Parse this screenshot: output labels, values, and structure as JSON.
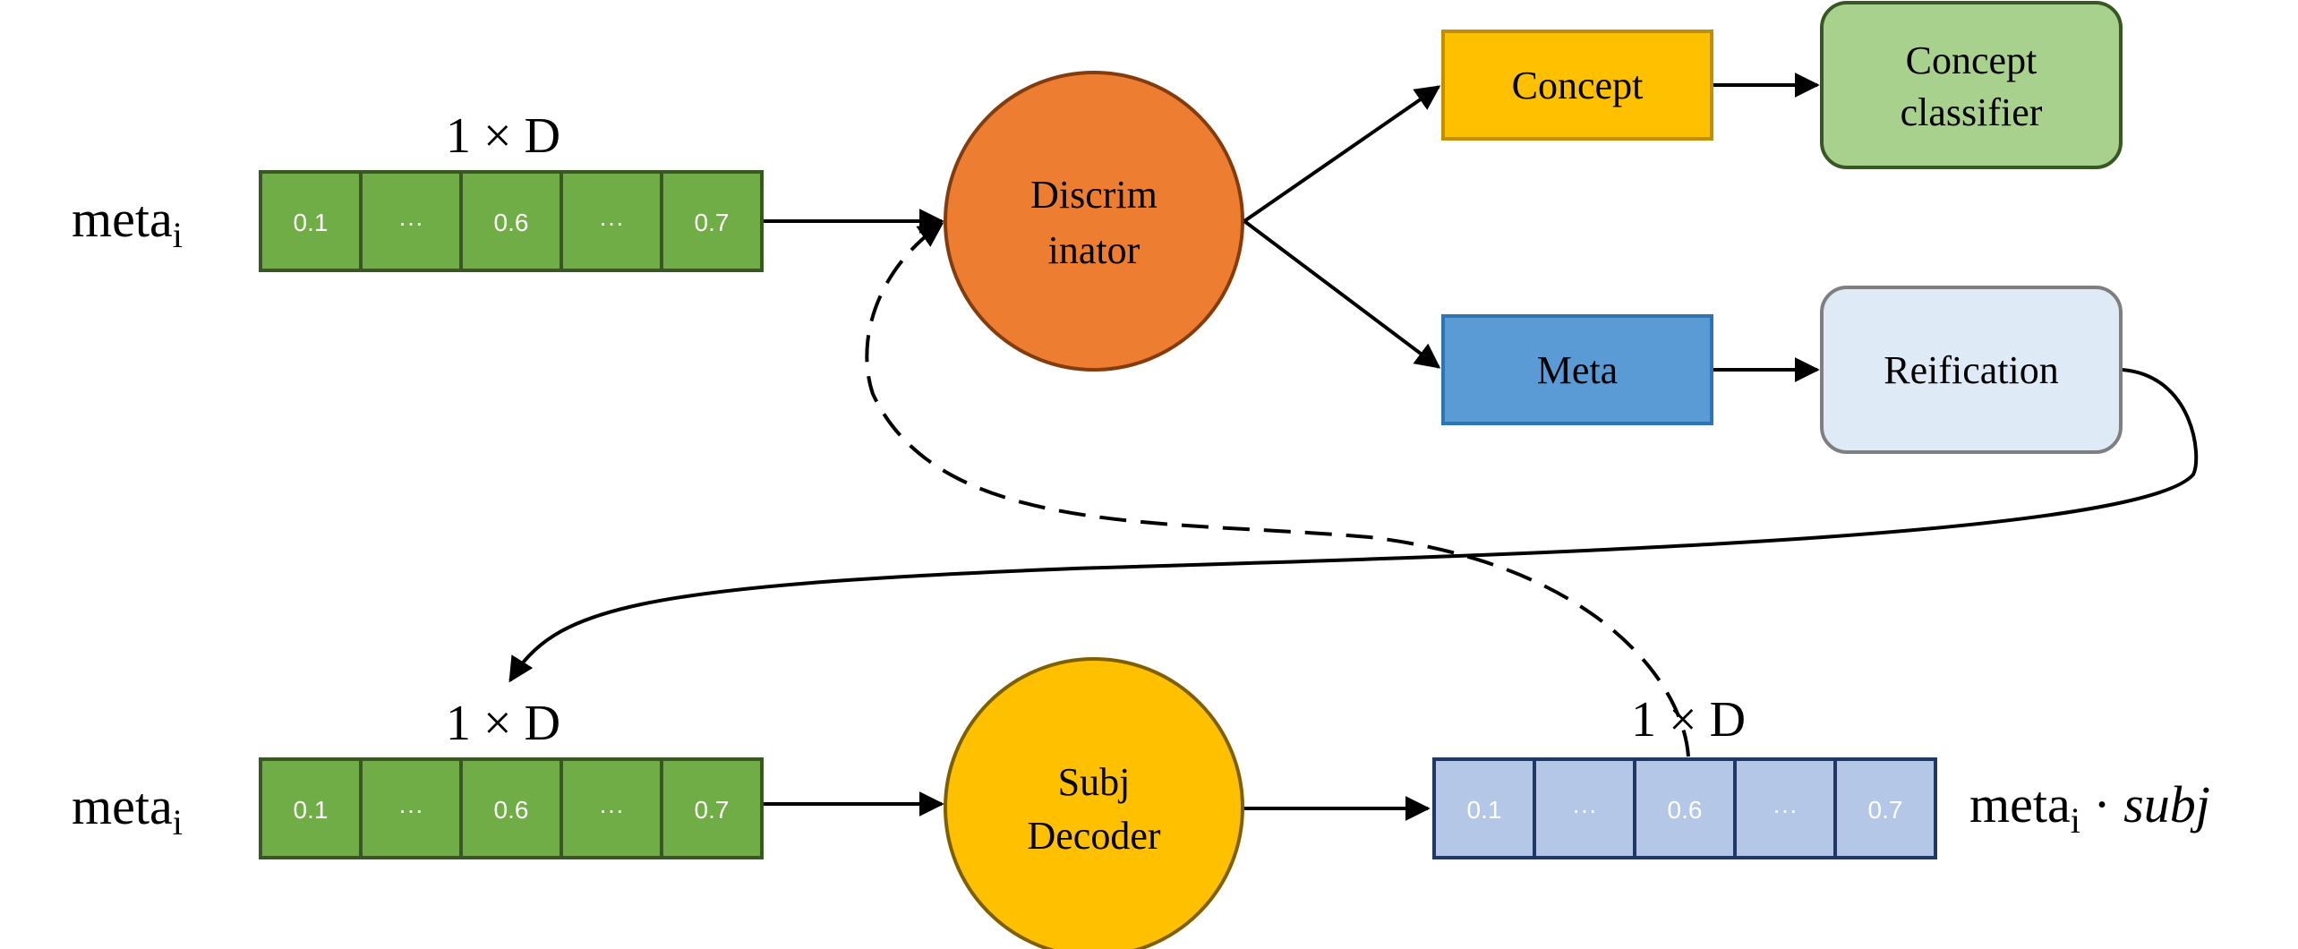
{
  "colors": {
    "green_fill": "#70AD47",
    "green_stroke": "#385723",
    "blue_cell_fill": "#B4C7E7",
    "blue_cell_stroke": "#203864",
    "orange_fill": "#ED7D31",
    "orange_stroke": "#843C0C",
    "yellow_fill": "#FFC000",
    "yellow_stroke": "#7F6000",
    "concept_fill": "#FFC000",
    "concept_stroke": "#BF9000",
    "classifier_fill": "#A9D18E",
    "classifier_stroke": "#385723",
    "meta_fill": "#5B9BD5",
    "meta_stroke": "#2E75B6",
    "reification_fill": "#DEEBF7",
    "reification_stroke": "#7F7F7F"
  },
  "top_row": {
    "dim_label": "1 × D",
    "input_label": "meta",
    "input_subscript": "i",
    "cells": [
      "0.1",
      "···",
      "0.6",
      "···",
      "0.7"
    ]
  },
  "bottom_row": {
    "dim_label": "1 × D",
    "input_label": "meta",
    "input_subscript": "i",
    "cells": [
      "0.1",
      "···",
      "0.6",
      "···",
      "0.7"
    ]
  },
  "output_row": {
    "dim_label": "1 × D",
    "label_main": "meta",
    "label_subscript": "i",
    "label_dot": " · ",
    "label_italic": "subj",
    "cells": [
      "0.1",
      "···",
      "0.6",
      "···",
      "0.7"
    ]
  },
  "nodes": {
    "discriminator": {
      "line1": "Discrim",
      "line2": "inator"
    },
    "decoder": {
      "line1": "Subj",
      "line2": "Decoder"
    },
    "concept": "Concept",
    "concept_classifier": {
      "line1": "Concept",
      "line2": "classifier"
    },
    "meta": "Meta",
    "reification": "Reification"
  }
}
